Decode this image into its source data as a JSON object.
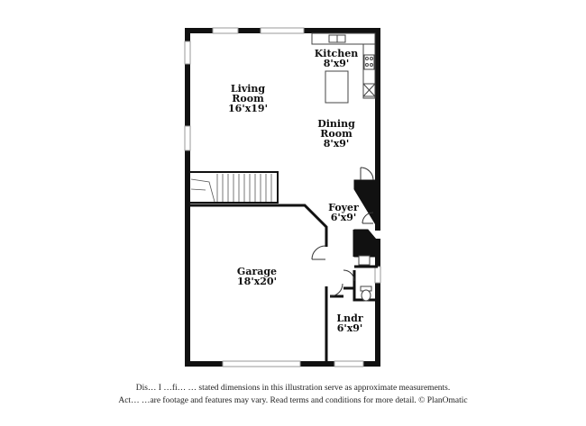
{
  "rooms": {
    "kitchen": {
      "name": "Kitchen",
      "dims": "8'x9'"
    },
    "living": {
      "name_line1": "Living",
      "name_line2": "Room",
      "dims": "16'x19'"
    },
    "dining": {
      "name_line1": "Dining",
      "name_line2": "Room",
      "dims": "8'x9'"
    },
    "foyer": {
      "name": "Foyer",
      "dims": "6'x9'"
    },
    "garage": {
      "name": "Garage",
      "dims": "18'x20'"
    },
    "laundry": {
      "name": "Lndr",
      "dims": "6'x9'"
    }
  },
  "disclaimer": {
    "line1": "Dis… I …fi… … stated dimensions in this illustration serve as approximate measurements.",
    "line2": "Act… …are footage and features may vary. Read terms and conditions for more detail. © PlanOmatic"
  },
  "colors": {
    "wall": "#111111",
    "window": "#bdbdbd",
    "background": "#ffffff"
  }
}
